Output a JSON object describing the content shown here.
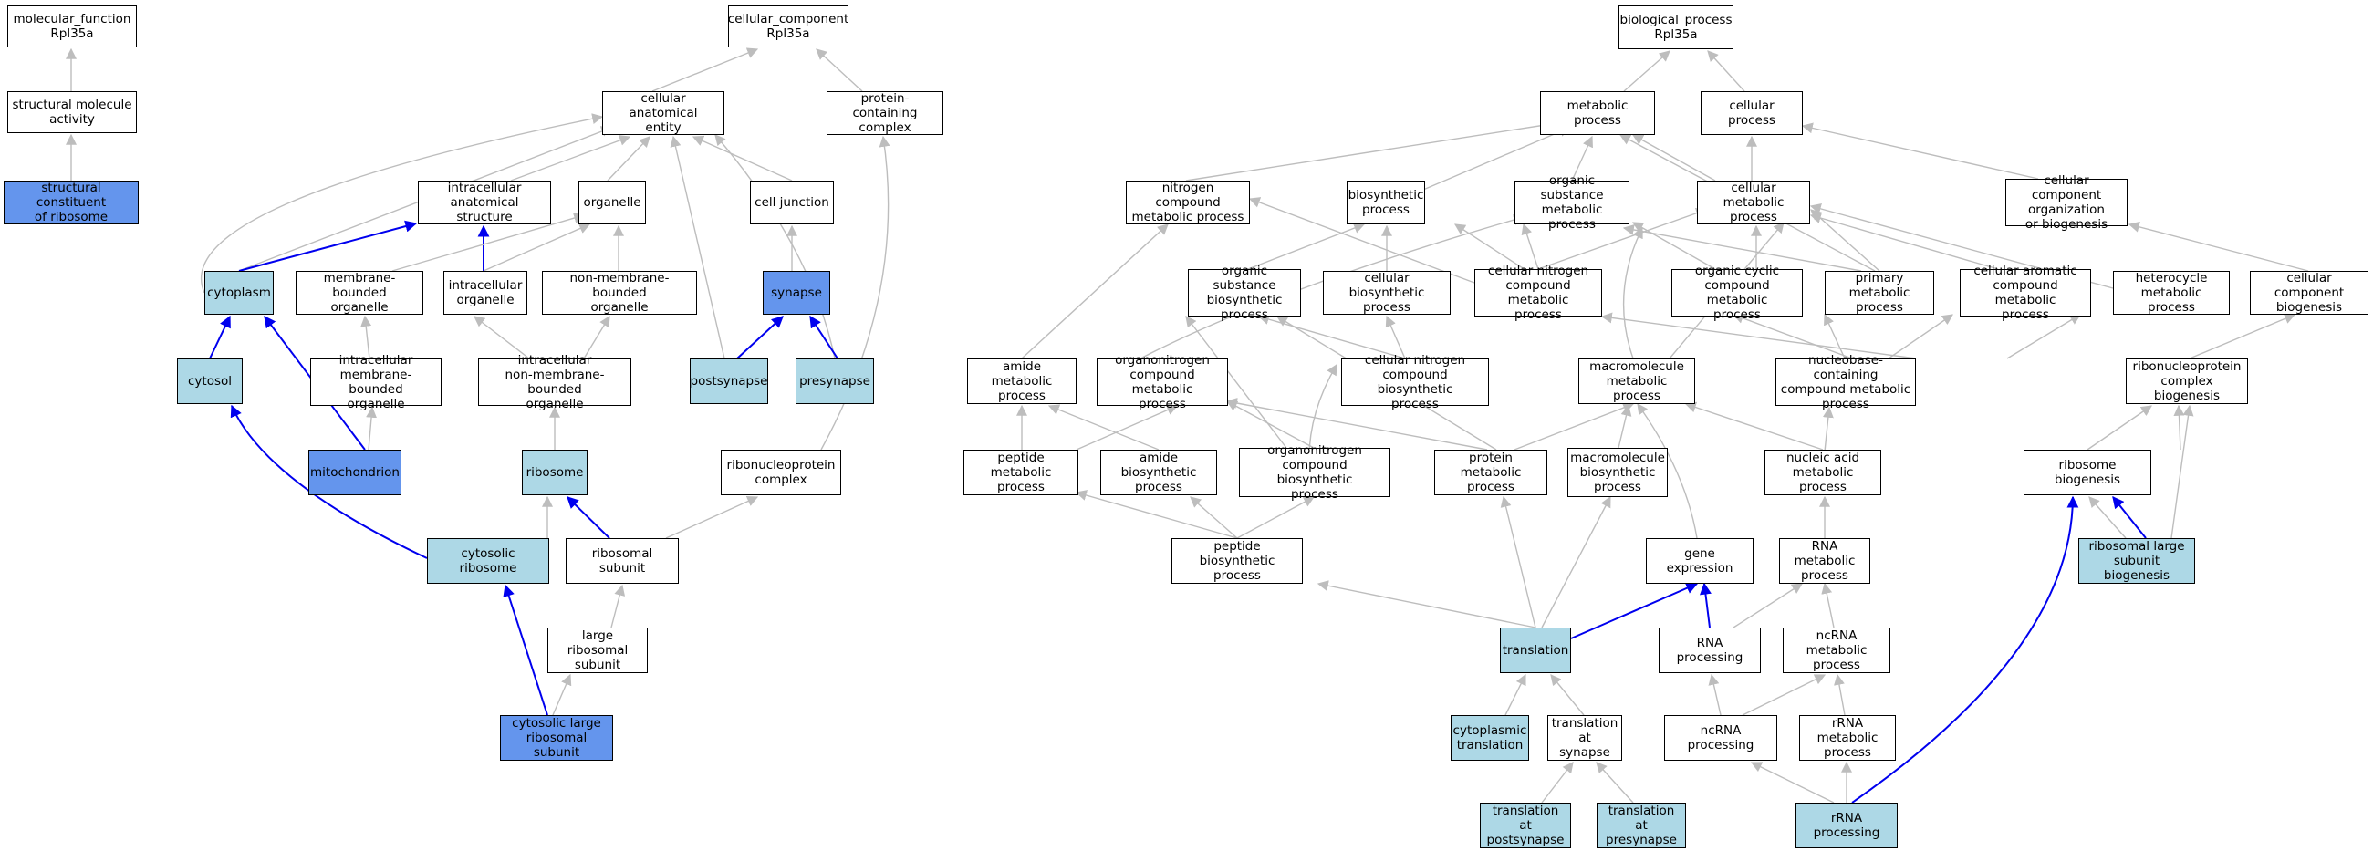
{
  "colors": {
    "default_fill": "#ffffff",
    "annotated_fill": "#add8e6",
    "highlight_fill": "#6495ed",
    "edge_gray": "#bdbdbd",
    "edge_highlight": "#0000ee"
  },
  "nodes": {
    "mf_root": "molecular_function\nRpl35a",
    "structural_molecule_activity": "structural molecule\nactivity",
    "structural_constituent_ribosome": "structural constituent\nof ribosome",
    "cc_root": "cellular_component\nRpl35a",
    "cellular_anatomical_entity": "cellular anatomical\nentity",
    "protein_containing_complex": "protein-containing\ncomplex",
    "intracellular_anatomical_structure": "intracellular\nanatomical structure",
    "organelle": "organelle",
    "cell_junction": "cell junction",
    "cytoplasm": "cytoplasm",
    "membrane_bounded_organelle": "membrane-bounded\norganelle",
    "intracellular_organelle": "intracellular\norganelle",
    "non_membrane_bounded_organelle": "non-membrane-bounded\norganelle",
    "synapse": "synapse",
    "cytosol": "cytosol",
    "intracellular_membrane_bounded_organelle": "intracellular\nmembrane-bounded\norganelle",
    "intracellular_non_membrane_bounded_organelle": "intracellular\nnon-membrane-bounded\norganelle",
    "postsynapse": "postsynapse",
    "presynapse": "presynapse",
    "mitochondrion": "mitochondrion",
    "ribosome": "ribosome",
    "ribonucleoprotein_complex": "ribonucleoprotein\ncomplex",
    "cytosolic_ribosome": "cytosolic ribosome",
    "ribosomal_subunit": "ribosomal subunit",
    "large_ribosomal_subunit": "large ribosomal\nsubunit",
    "cytosolic_large_ribosomal_subunit": "cytosolic large\nribosomal subunit",
    "bp_root": "biological_process\nRpl35a",
    "metabolic_process": "metabolic process",
    "cellular_process": "cellular process",
    "nitrogen_compound_metabolic_process": "nitrogen compound\nmetabolic process",
    "biosynthetic_process": "biosynthetic\nprocess",
    "organic_substance_metabolic_process": "organic substance\nmetabolic process",
    "cellular_metabolic_process": "cellular metabolic\nprocess",
    "cellular_component_organization_or_biogenesis": "cellular component\norganization\nor biogenesis",
    "organic_substance_biosynthetic_process": "organic substance\nbiosynthetic\nprocess",
    "cellular_biosynthetic_process": "cellular biosynthetic\nprocess",
    "cellular_nitrogen_compound_metabolic_process": "cellular nitrogen\ncompound metabolic\nprocess",
    "organic_cyclic_compound_metabolic_process": "organic cyclic\ncompound metabolic\nprocess",
    "primary_metabolic_process": "primary metabolic\nprocess",
    "cellular_aromatic_compound_metabolic_process": "cellular aromatic\ncompound metabolic\nprocess",
    "heterocycle_metabolic_process": "heterocycle\nmetabolic process",
    "cellular_component_biogenesis": "cellular component\nbiogenesis",
    "amide_metabolic_process": "amide metabolic\nprocess",
    "organonitrogen_compound_metabolic_process": "organonitrogen\ncompound metabolic\nprocess",
    "cellular_nitrogen_compound_biosynthetic_process": "cellular nitrogen\ncompound biosynthetic\nprocess",
    "macromolecule_metabolic_process": "macromolecule\nmetabolic process",
    "nucleobase_containing_compound_metabolic_process": "nucleobase-containing\ncompound metabolic\nprocess",
    "ribonucleoprotein_complex_biogenesis": "ribonucleoprotein\ncomplex biogenesis",
    "peptide_metabolic_process": "peptide metabolic\nprocess",
    "amide_biosynthetic_process": "amide biosynthetic\nprocess",
    "organonitrogen_compound_biosynthetic_process": "organonitrogen\ncompound biosynthetic\nprocess",
    "protein_metabolic_process": "protein metabolic\nprocess",
    "macromolecule_biosynthetic_process": "macromolecule\nbiosynthetic\nprocess",
    "nucleic_acid_metabolic_process": "nucleic acid\nmetabolic process",
    "ribosome_biogenesis": "ribosome biogenesis",
    "peptide_biosynthetic_process": "peptide biosynthetic\nprocess",
    "gene_expression": "gene expression",
    "rna_metabolic_process": "RNA metabolic\nprocess",
    "ribosomal_large_subunit_biogenesis": "ribosomal large\nsubunit biogenesis",
    "translation": "translation",
    "rna_processing": "RNA processing",
    "ncrna_metabolic_process": "ncRNA metabolic\nprocess",
    "cytoplasmic_translation": "cytoplasmic\ntranslation",
    "translation_at_synapse": "translation\nat synapse",
    "ncrna_processing": "ncRNA processing",
    "rrna_metabolic_process": "rRNA metabolic\nprocess",
    "translation_at_postsynapse": "translation\nat postsynapse",
    "translation_at_presynapse": "translation\nat presynapse",
    "rrna_processing": "rRNA processing"
  }
}
